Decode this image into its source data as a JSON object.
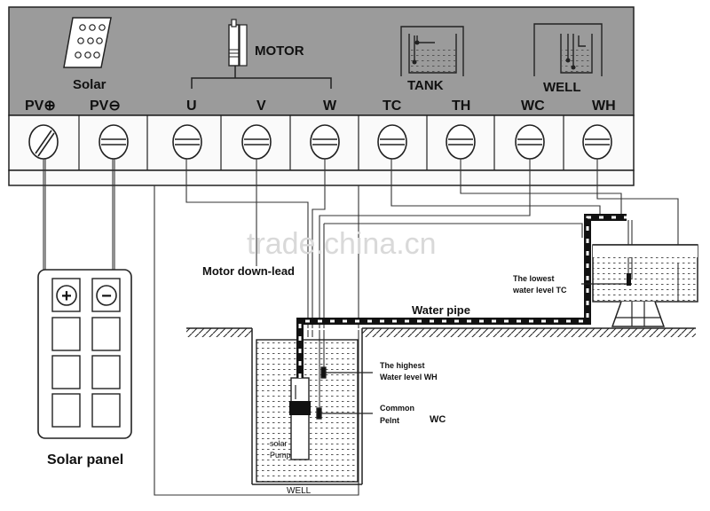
{
  "controller": {
    "sections": {
      "solar": "Solar",
      "motor": "MOTOR",
      "tank": "TANK",
      "well": "WELL"
    },
    "terminals": [
      "PV⊕",
      "PV⊖",
      "U",
      "V",
      "W",
      "TC",
      "TH",
      "WC",
      "WH"
    ]
  },
  "solar_panel": {
    "label": "Solar panel",
    "plus": "+",
    "minus": "−"
  },
  "labels": {
    "motor_down_lead": "Motor down-lead",
    "water_pipe": "Water pipe",
    "lowest_line1": "The lowest",
    "lowest_line2": "water level  TC",
    "highest_line1": "The highest",
    "highest_line2": "Water level  WH",
    "common_line1": "Common",
    "common_line2": "Pelnt",
    "wc": "WC",
    "pump_line1": "solar",
    "pump_line2": "Pump",
    "well": "WELL"
  },
  "watermark": "trade.china.cn"
}
